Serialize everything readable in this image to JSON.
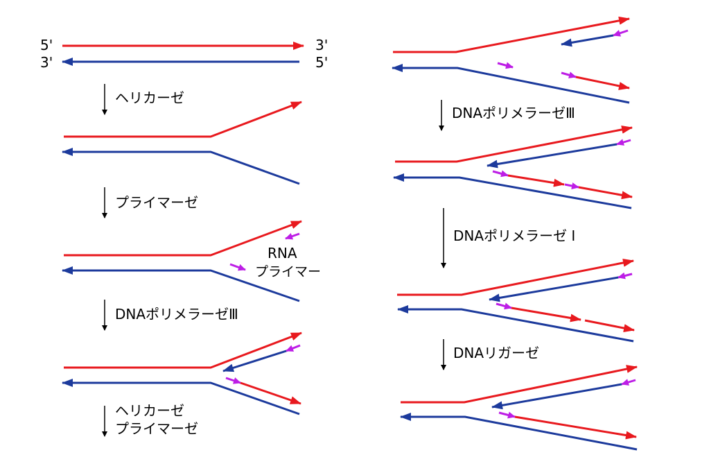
{
  "colors": {
    "lagging": "#e8191e",
    "leading": "#1c3a9c",
    "primer": "#bd1ee6",
    "arrow": "#000000"
  },
  "ends": {
    "top_left": "5'",
    "top_right": "3'",
    "bottom_left": "3'",
    "bottom_right": "5'"
  },
  "steps": {
    "helicase": "ヘリカーゼ",
    "primase": "プライマーゼ",
    "pol3_left": "DNAポリメラーゼⅢ",
    "helicase_primase_1": "ヘリカーゼ",
    "helicase_primase_2": "プライマーゼ",
    "pol3_right": "DNAポリメラーゼⅢ",
    "pol1": "DNAポリメラーゼ Ⅰ",
    "ligase": "DNAリガーゼ"
  },
  "rna_primer": {
    "line1": "RNA",
    "line2": "プライマー"
  }
}
